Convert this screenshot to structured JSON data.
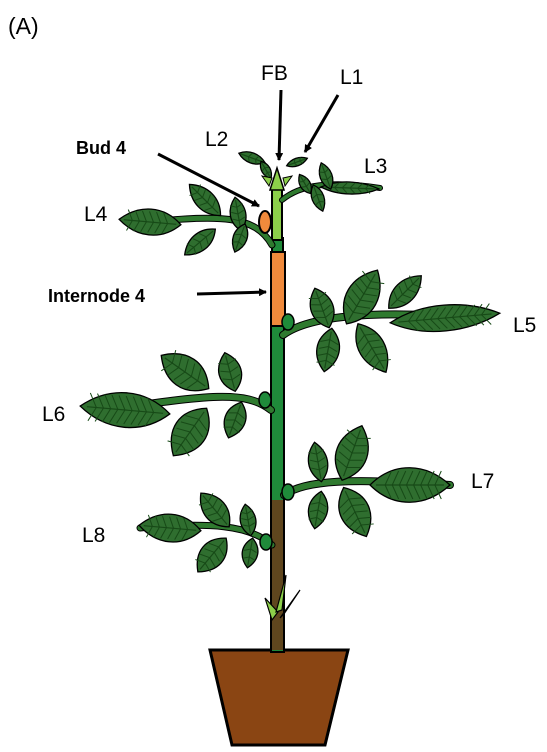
{
  "panel_label": "(A)",
  "labels": {
    "fb": "FB",
    "l1": "L1",
    "l2": "L2",
    "l3": "L3",
    "l4": "L4",
    "l5": "L5",
    "l6": "L6",
    "l7": "L7",
    "l8": "L8",
    "bud4": "Bud 4",
    "internode4": "Internode 4"
  },
  "colors": {
    "leaf": "#2f6e2f",
    "leaf_vein": "#174a17",
    "stem_green": "#1f8a3a",
    "stem_brown": "#6b3a1a",
    "petiole": "#2f7a2f",
    "highlight_orange": "#f08a3c",
    "pot": "#8a4513",
    "young_leaf": "#8ccf4a"
  }
}
